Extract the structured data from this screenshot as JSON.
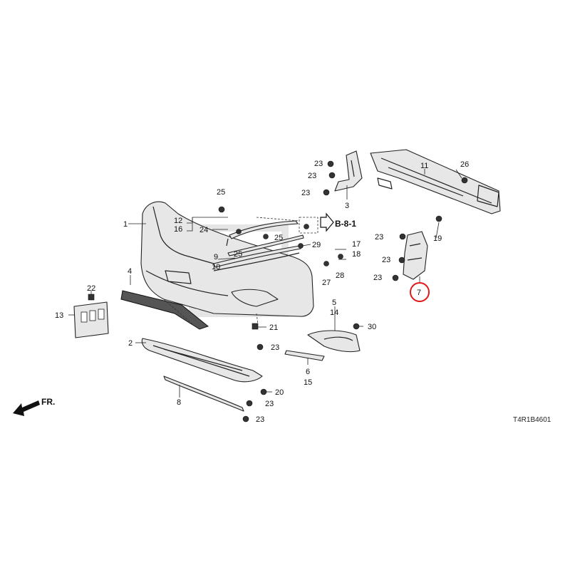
{
  "diagram": {
    "figure_code": "T4R1B4601",
    "ref_label": "B-8-1",
    "direction_label": "FR.",
    "highlight_color": "#e0191a",
    "highlighted_part": "7",
    "callouts": [
      {
        "id": "c1",
        "text": "1"
      },
      {
        "id": "c2",
        "text": "2"
      },
      {
        "id": "c3",
        "text": "3"
      },
      {
        "id": "c4",
        "text": "4"
      },
      {
        "id": "c5",
        "text": "5"
      },
      {
        "id": "c6",
        "text": "6"
      },
      {
        "id": "c7",
        "text": "7"
      },
      {
        "id": "c8",
        "text": "8"
      },
      {
        "id": "c9",
        "text": "9"
      },
      {
        "id": "c10",
        "text": "10"
      },
      {
        "id": "c11",
        "text": "11"
      },
      {
        "id": "c12",
        "text": "12"
      },
      {
        "id": "c13",
        "text": "13"
      },
      {
        "id": "c14",
        "text": "14"
      },
      {
        "id": "c15",
        "text": "15"
      },
      {
        "id": "c16",
        "text": "16"
      },
      {
        "id": "c17",
        "text": "17"
      },
      {
        "id": "c18",
        "text": "18"
      },
      {
        "id": "c19",
        "text": "19"
      },
      {
        "id": "c20",
        "text": "20"
      },
      {
        "id": "c21",
        "text": "21"
      },
      {
        "id": "c22",
        "text": "22"
      },
      {
        "id": "c23a",
        "text": "23"
      },
      {
        "id": "c23b",
        "text": "23"
      },
      {
        "id": "c23c",
        "text": "23"
      },
      {
        "id": "c23d",
        "text": "23"
      },
      {
        "id": "c23e",
        "text": "23"
      },
      {
        "id": "c23f",
        "text": "23"
      },
      {
        "id": "c23g",
        "text": "23"
      },
      {
        "id": "c23h",
        "text": "23"
      },
      {
        "id": "c23i",
        "text": "23"
      },
      {
        "id": "c24",
        "text": "24"
      },
      {
        "id": "c25a",
        "text": "25"
      },
      {
        "id": "c25b",
        "text": "25"
      },
      {
        "id": "c25c",
        "text": "25"
      },
      {
        "id": "c26",
        "text": "26"
      },
      {
        "id": "c27",
        "text": "27"
      },
      {
        "id": "c28",
        "text": "28"
      },
      {
        "id": "c29",
        "text": "29"
      },
      {
        "id": "c30",
        "text": "30"
      }
    ]
  }
}
